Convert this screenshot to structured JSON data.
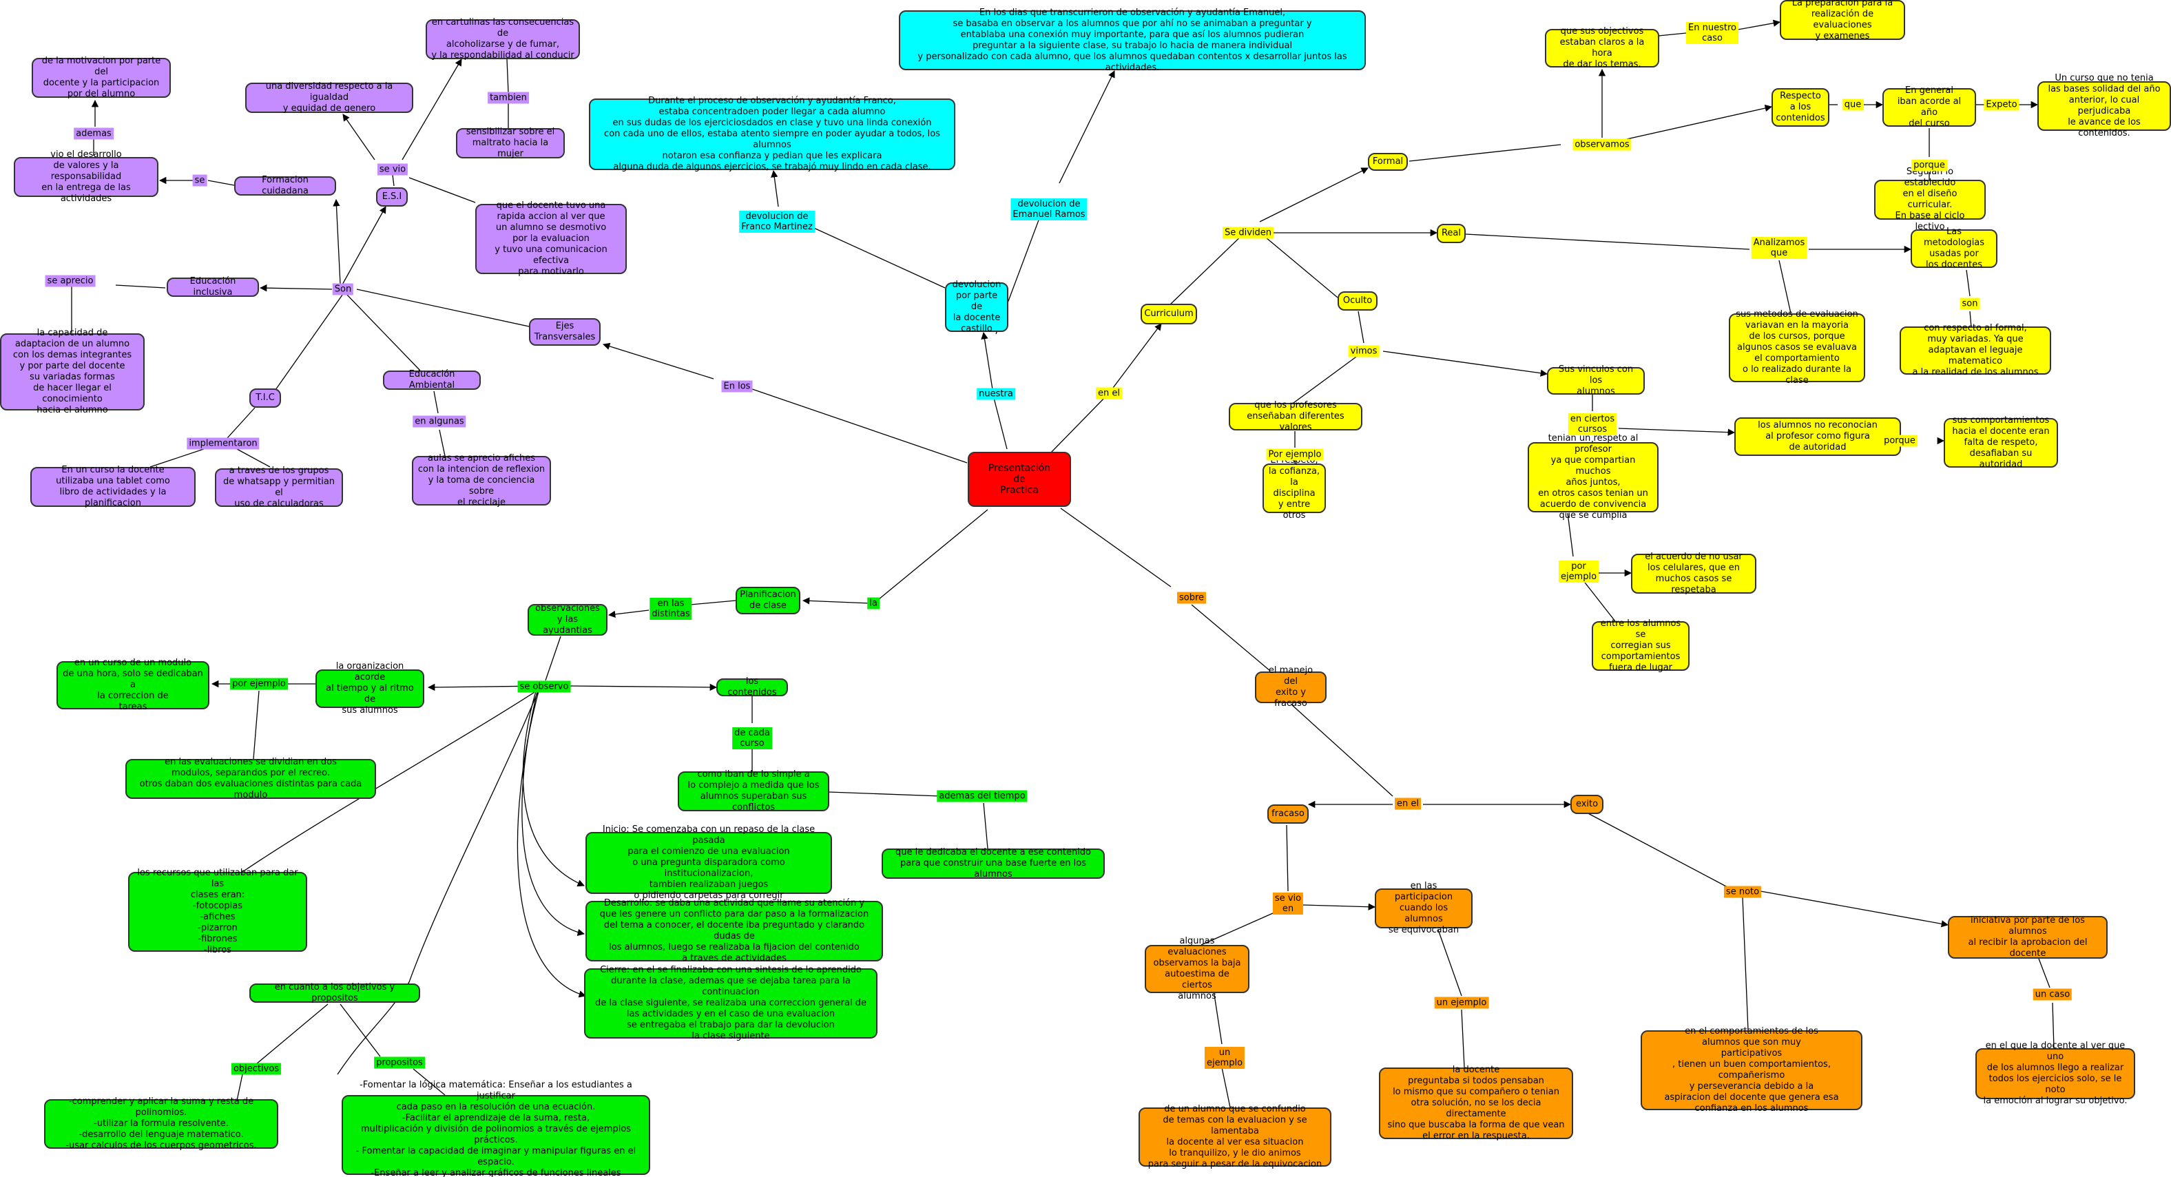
{
  "colors": {
    "root": "#ff0000",
    "cyan": "#00ffff",
    "yellow": "#ffff00",
    "orange": "#ff9900",
    "green": "#00ee00",
    "purple": "#c48cff",
    "line": "#000000"
  },
  "nodes": {
    "root": "Presentación\nde\nPractica",
    "devolucion": "devolucion\npor parte de\nla docente\ncastillo",
    "franco_text": "Durante el proceso de observación y ayudantía Franco,\nestaba concentradoen poder llegar a cada alumno\nen  sus dudas de los ejerciciosdados en clase y tuvo una linda conexión\ncon cada uno de ellos, estaba atento siempre en poder ayudar a todos, los alumnos\nnotaron esa confianza y pedian que les explicara\nalguna duda de algunos ejercicios, se trabajó muy lindo en cada clase.",
    "emanuel_text": "En los dias que transcurrieron de observación y ayudantía Emanuel,\nse basaba en observar a los alumnos que por ahí no se animaban a preguntar y\nentablaba una conexión muy importante, para que así los alumnos pudieran\npreguntar a la siguiente clase,  su trabajo lo hacia de manera individual\ny personalizado con cada alumno,  que los alumnos quedaban contentos x desarrollar juntos las actividades.",
    "curriculum": "Curriculum",
    "formal": "Formal",
    "real": "Real",
    "oculto": "Oculto",
    "objetivos_claros": "que sus objectivos\nestaban claros a la hora\nde dar los temas.",
    "preparacion": "La preparación para la\nrealización de evaluaciones\ny examenes",
    "respecto_contenidos": "Respecto\na los\ncontenidos",
    "en_general": "En general\niban acorde al año\ndel curso",
    "curso_no_tenia": "Un curso que no tenia\nlas bases solidad del año\nanterior, lo cual perjudicaba\nle avance de los contenidos.",
    "seguian": "Seguian lo establecido\nen el diseño curricular.\nEn base al ciclo lectivo",
    "metodologias": "Las metodologias\nusadas por\nlos docentes",
    "metodos_eval": "sus metodos de evaluacion\nvariavan en la mayoria\nde los cursos, porque\nalgunos casos se evaluava\nel comportamiento\no lo realizado durante la clase",
    "formal_variadas": "con respecto al formal,\nmuy variadas. Ya que\nadaptavan el leguaje matematico\na la realidad de los alumnos",
    "vinculos": "Sus vinculos con los\nalumnos",
    "profesores_valores": "que los profesores\nenseñaban diferentes valores",
    "respeto": "El respeto,\nla cofianza,\nla disciplina\ny entre otros",
    "respeto_profesor": "tenian un respeto al profesor\nya que compartian muchos\naños juntos,\nen otros casos tenian un\nacuerdo de convivencia\nque se cumplia",
    "no_reconocian": "los alumnos no reconocian\nal profesor como figura\nde autoridad",
    "comportamientos": "sus comportamientos\nhacia el docente eran\nfalta de respeto,\ndesafiaban su autoridad",
    "celulares": "el acuerdo de no usar\nlos celulares, que en\nmuchos casos se respetaba",
    "corregian": "entre los alumnos se\ncorregian sus\ncomportamientos\nfuera de lugar",
    "manejo": "el manejo del\nexito y fracaso",
    "fracaso": "fracaso",
    "exito": "exito",
    "participacion": "en las participacion\ncuando los alumnos\nse equivocaban",
    "evaluaciones_baja": "algunas evaluaciones\nobservamos la baja\nautoestima de ciertos\nalumnos",
    "alumno_confundio": "de un alumno que se confundio\nde temas con la evaluacion y se lamentaba\nla docente al ver esa situacion\nlo tranquilizo, y le dio animos\npara seguir a pesar de la equivocacion",
    "docente_preguntaba": "la docente\npreguntaba si todos pensaban\nlo mismo que su compañero o tenian\notra solución, no se los decia directamente\nsino que buscaba la forma de que vean\nel error en la respuesta.",
    "comportamientos_participativos": "en el comportamientos de los\nalumnos que son muy\nparticipativos\n, tienen un buen comportamientos, compañerismo\ny perseverancia debido a la\naspiracion del docente que genera esa\nconfianza en los alumnos",
    "iniciativa": "iniciativa por parte de los alumnos\nal recibir la aprobacion del docente",
    "docente_pidio": "en el que la docente al ver que uno\nde los alumnos llego a realizar\ntodos los ejercicios solo, se le noto\nla emoción al lograr su objetivo.",
    "planificacion": "Planificacion\nde clase",
    "observaciones": "observaciones\ny las ayudantias",
    "organizacion": "la organizacion acorde\nal tiempo y al ritmo de\nsus alumnos",
    "curso_modulo": "en un curso de un modulo\nde una hora, solo se dedicaban a\nla correccion de\ntareas",
    "evaluaciones_modulos": "en las evaluaciones se dividian en dos\nmodulos, separandos por el recreo.\notros daban dos evaluaciones distintas para cada modulo",
    "contenidos": "los contenidos",
    "simple_complejo": "como iban de lo simple a\nlo complejo a medida que los\nalumnos superaban sus conflictos",
    "base_fuerte": "que le dedicaba el docente a ese contenido\npara que construir una base fuerte en los alumnos",
    "recursos": "los recursos que utilizaban para dar las\nclases eran:\n-fotocopias\n-afiches\n-pizarron\n-fibrones\n-libros",
    "inicio": "Inicio: Se comenzaba con un repaso de la clase pasada\npara el comienzo de una evaluacion\no una pregunta disparadora como institucionalizacion,\ntambien realizaban  juegos\no pidiendo carpetas para corregir",
    "desarrollo": "Desarrollo: se daba una actividad que llame su atención y\nque les genere un conflicto para dar paso a la formalizacion\ndel tema a conocer, el docente iba preguntado y clarando dudas de\nlos alumnos, luego se realizaba la fijacion del contenido\na traves de actividades",
    "cierre": "Cierre: en el se finalizaba con una sintesis de lo aprendido\ndurante la clase, ademas que se dejaba tarea para la continuacion\nde la clase siguiente, se realizaba una correccion general de\nlas actividades y en el caso de una evaluacion\nse entregaba el trabajo para dar la devolucion\nla clase siguiente",
    "objetivos_propositos": "en cuanto a los objetivos y propositos",
    "objetivos_text": "-comprender y aplicar la suma y resta de polinomios.\n-utilizar la formula resolvente.\n-desarrollo del lenguaje matematico.\n-usar calculos de los cuerpos geometricos.",
    "propositos_text": "-Fomentar la lógica matemática: Enseñar a los estudiantes a justificar\ncada paso en la resolución de una ecuación.\n-Facilitar el aprendizaje de la suma, resta,\nmultiplicación y división de polinomios a través de ejemplos prácticos.\n- Fomentar la capacidad de imaginar y manipular figuras en el espacio.\n-Enseñar a leer y analizar gráficos de funciones lineales\ny su relación con situaciones del mundo real.",
    "ejes": "Ejes\nTransversales",
    "educacion_inclusiva": "Educación inclusiva",
    "capacidad": "la capacidad de\nadaptacion de un alumno\ncon los demas integrantes\ny por parte del docente\nsu variadas formas\nde hacer llegar el conocimiento\nhacia el alumno",
    "esi": "E.S.I",
    "cartulinas": "en cartulinas las consecuencias de\nalcoholizarse y de fumar,\ny la respondabilidad al conducir",
    "diversidad": "una diversidad respecto a la igualdad\ny equidad de genero",
    "sensibilizar": "sensibilizar sobre el\nmaltrato hacia la mujer",
    "docente_tuvo": "que el docente tuvo una\nrapida accion al ver que\nun alumno se desmotivo\npor la evaluacion\ny tuvo una comunicacion efectiva\npara motivarlo",
    "formacion": "Formacion cuidadana",
    "vio_desarrollo": "vio el desarrollo\nde valores y la responsabilidad\nen la entrega de las actividades",
    "motivacion": "de la motivacion por parte del\ndocente y la participacion\npor del alumno",
    "tic": "T.I.C",
    "tablet": "En un curso la docente\nutilizaba una tablet como\nlibro de actividades y la planificacion",
    "whatsapp": "a traves de los grupos\nde whatsapp y permitian el\nuso de calculadoras",
    "educacion_ambiental": "Educación Ambiental",
    "afiches": "aulas se aprecio afiches\ncon la intencion de reflexion\ny la toma de conciencia sobre\nel reciclaje"
  },
  "labels": {
    "nuestra": "nuestra",
    "devolucion_franco": "devolucion de\nFranco Martinez",
    "devolucion_emanuel": "devolucion de\nEmanuel Ramos",
    "en_el": "en el",
    "se_dividen": "Se dividen",
    "observamos": "observamos",
    "en_nuestro_caso": "En nuestro\ncaso",
    "que": "que",
    "expeto": "Expeto",
    "porque_formal": "porque",
    "analizamos_que": "Analizamos\nque",
    "son": "son",
    "vimos": "vimos",
    "por_ejemplo_oculto": "Por ejemplo",
    "en_ciertos_cursos": "en ciertos\ncursos",
    "porque_vinculos": "porque",
    "por_ejemplo_vinculos": "por\nejemplo",
    "sobre": "sobre",
    "en_el_manejo": "en el",
    "se_vio_en": "se vio\nen",
    "un_ejemplo_fracaso": "un\nejemplo",
    "un_ejemplo_part": "un ejemplo",
    "se_noto": "se noto",
    "un_caso": "un caso",
    "la": "la",
    "en_las_distintas": "en las\ndistintas",
    "se_observo": "se observo",
    "por_ejemplo_org": "por ejemplo",
    "de_cada_curso": "de cada\ncurso",
    "ademas_tiempo": "ademas del tiempo",
    "objectivos": "objectivos",
    "propositos": "propositos",
    "en_los": "En los",
    "son_ejes": "Son",
    "se_aprecio": "se aprecio",
    "se_vio_esi": "se vio",
    "tambien": "tambien",
    "se_formacion": "se",
    "ademas": "ademas",
    "implementaron": "implementaron",
    "en_algunas": "en algunas"
  }
}
